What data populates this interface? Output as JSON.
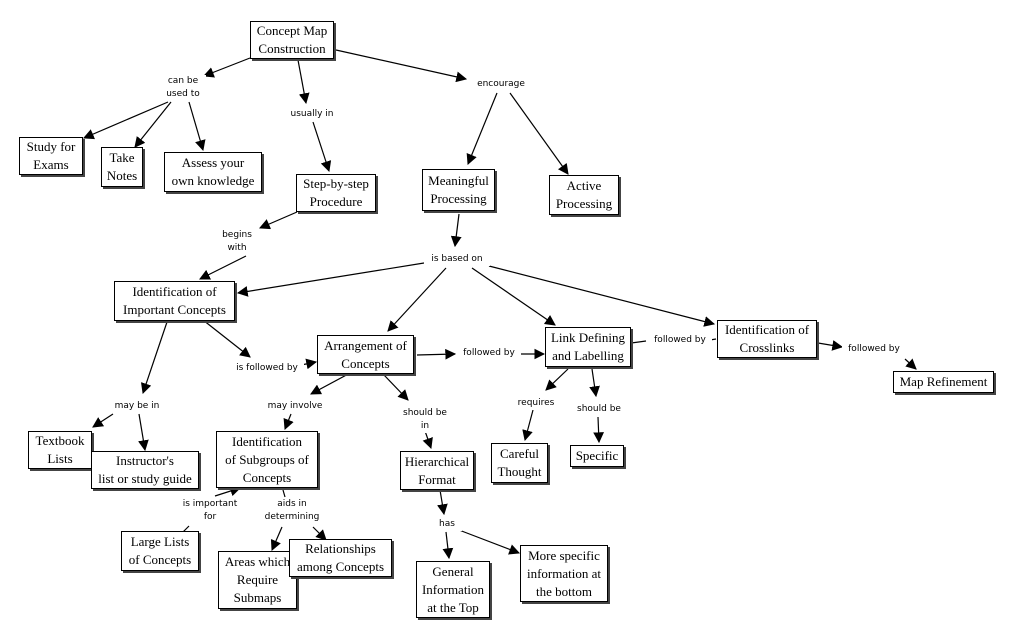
{
  "nodes": {
    "concept_map_construction": "Concept Map\nConstruction",
    "study_for_exams": "Study for\nExams",
    "take_notes": "Take\nNotes",
    "assess_knowledge": "Assess your\nown knowledge",
    "step_by_step": "Step-by-step\nProcedure",
    "meaningful_processing": "Meaningful\nProcessing",
    "active_processing": "Active\nProcessing",
    "identification_important": "Identification of\nImportant Concepts",
    "arrangement": "Arrangement of\nConcepts",
    "link_defining": "Link Defining\nand Labelling",
    "identification_crosslinks": "Identification of\nCrosslinks",
    "map_refinement": "Map Refinement",
    "textbook_lists": "Textbook\nLists",
    "instructors_list": "Instructor's\nlist or study guide",
    "identification_subgroups": "Identification\nof Subgroups of\nConcepts",
    "hierarchical_format": "Hierarchical\nFormat",
    "careful_thought": "Careful\nThought",
    "specific": "Specific",
    "large_lists": "Large Lists\nof Concepts",
    "areas_submaps": "Areas which\nRequire\nSubmaps",
    "relationships": "Relationships\namong Concepts",
    "general_info": "General\nInformation\nat the Top",
    "more_specific": "More specific\ninformation at\nthe bottom"
  },
  "links": {
    "can_be_used_to": "can be\nused to",
    "usually_in": "usually in",
    "encourage": "encourage",
    "begins_with": "begins\nwith",
    "is_based_on": "is based on",
    "is_followed_by": "is followed by",
    "followed_by_1": "followed by",
    "followed_by_2": "followed by",
    "followed_by_3": "followed by",
    "may_be_in": "may be in",
    "may_involve": "may involve",
    "should_be_in": "should be\nin",
    "requires": "requires",
    "should_be": "should be",
    "is_important_for": "is important\nfor",
    "aids_in_determining": "aids in\ndetermining",
    "has": "has"
  }
}
